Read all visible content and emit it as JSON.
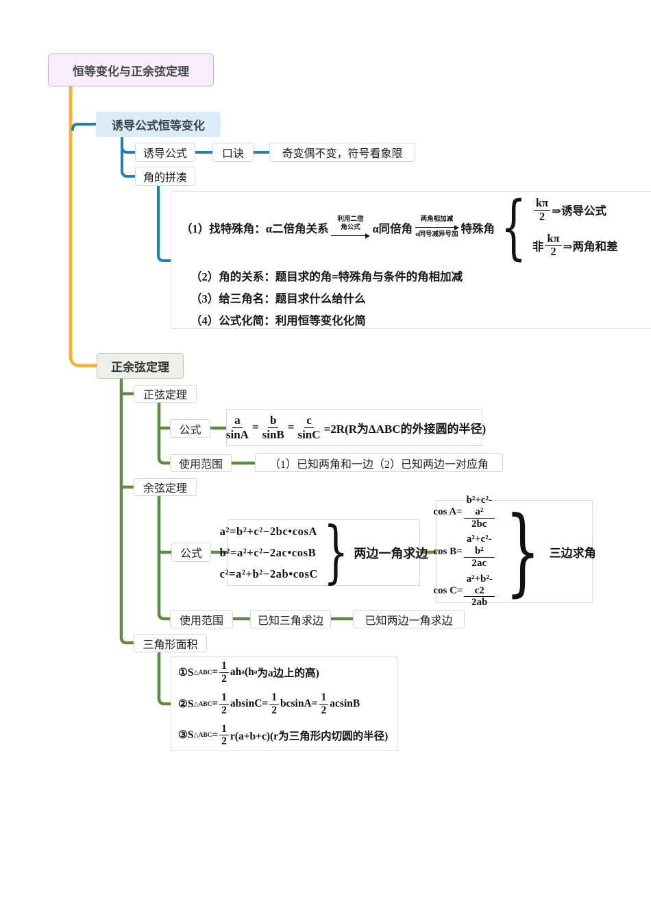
{
  "title": "恒等变化与正余弦定理",
  "colors": {
    "trunk_yellow": "#f1b53d",
    "branch_blue": "#1f80b4",
    "branch_green": "#5e8b40",
    "root_fill": "#f7eefa",
    "root_border": "#cbacdd",
    "induction_fill": "#dbecf9",
    "laws_fill": "#eef1ea",
    "laws_border": "#bac7ab"
  },
  "induction": {
    "label": "诱导公式恒等变化",
    "formula_node": "诱导公式",
    "mnemonic_node": "口诀",
    "mnemonic_text": "奇变偶不变，符号看象限",
    "angle_node": "角的拼凑",
    "detail": {
      "item1_tokens": [
        {
          "t": "txt",
          "v": "（1）找特殊角：α二倍角关系"
        },
        {
          "t": "arrow",
          "top": [
            "利用二倍",
            "角公式"
          ],
          "bottom": []
        },
        {
          "t": "txt",
          "v": "α同倍角"
        },
        {
          "t": "arrow",
          "top": [
            "两角相加减"
          ],
          "bottom": [
            "α同号减异号加"
          ]
        },
        {
          "t": "txt",
          "v": "特殊角"
        },
        {
          "t": "brace",
          "ch": "{",
          "size": 102
        },
        {
          "t": "col",
          "gap": 14,
          "rows": [
            [
              {
                "t": "frac",
                "n": "kπ",
                "d": "2"
              },
              {
                "t": "txt",
                "v": "⇒诱导公式"
              }
            ],
            [
              {
                "t": "txt",
                "v": "非"
              },
              {
                "t": "frac",
                "n": "kπ",
                "d": "2"
              },
              {
                "t": "txt",
                "v": "⇒两角和差"
              }
            ]
          ]
        }
      ],
      "item2": "（2）角的关系：题目求的角=特殊角与条件的角相加减",
      "item3": "（3）给三角名：题目求什么给什么",
      "item4": "（4）公式化简：利用恒等变化化简"
    }
  },
  "laws": {
    "label": "正余弦定理",
    "sine": {
      "label": "正弦定理",
      "formula_node": "公式",
      "formula_tokens": [
        {
          "t": "frac",
          "n": "a",
          "d": "sinA"
        },
        {
          "t": "txt",
          "v": "="
        },
        {
          "t": "frac",
          "n": "b",
          "d": "sinB"
        },
        {
          "t": "txt",
          "v": "="
        },
        {
          "t": "frac",
          "n": "c",
          "d": "sinC"
        },
        {
          "t": "txt",
          "v": "=2R(R为ΔABC的外接圆的半径)"
        }
      ],
      "usage_node": "使用范围",
      "usage_text": "（1）已知两角和一边（2）已知两边一对应角"
    },
    "cosine": {
      "label": "余弦定理",
      "formula_node": "公式",
      "equations": [
        "a²=b²+c²−2bc•cosA",
        "b²=a²+c²−2ac•cosB",
        "c²=a²+b²−2ab•cosC"
      ],
      "side_brace_label": "两边一角求边",
      "cos_lines": [
        [
          {
            "t": "txt",
            "v": "cos A="
          },
          {
            "t": "frac",
            "n": "b²+c²-a²",
            "d": "2bc"
          }
        ],
        [
          {
            "t": "txt",
            "v": "cos B="
          },
          {
            "t": "frac",
            "n": "a²+c²-b²",
            "d": "2ac"
          }
        ],
        [
          {
            "t": "txt",
            "v": "cos C="
          },
          {
            "t": "frac",
            "n": "a²+b²-c2",
            "d": "2ab"
          }
        ]
      ],
      "angle_brace_label": "三边求角",
      "usage_node": "使用范围",
      "usage_known_angles": "已知三角求边",
      "usage_known_sides": "已知两边一角求边"
    },
    "area": {
      "label": "三角形面积",
      "line1_tokens": [
        {
          "t": "txt",
          "v": "①S"
        },
        {
          "t": "sub",
          "v": "△ABC"
        },
        {
          "t": "txt",
          "v": "="
        },
        {
          "t": "frac",
          "n": "1",
          "d": "2"
        },
        {
          "t": "txt",
          "v": "ah"
        },
        {
          "t": "sub",
          "v": "a"
        },
        {
          "t": "txt",
          "v": "(h"
        },
        {
          "t": "sub",
          "v": "a"
        },
        {
          "t": "txt",
          "v": "为a边上的高)"
        }
      ],
      "line2_tokens": [
        {
          "t": "txt",
          "v": "②S"
        },
        {
          "t": "sub",
          "v": "△ABC"
        },
        {
          "t": "txt",
          "v": "="
        },
        {
          "t": "frac",
          "n": "1",
          "d": "2"
        },
        {
          "t": "txt",
          "v": "absinC="
        },
        {
          "t": "frac",
          "n": "1",
          "d": "2"
        },
        {
          "t": "txt",
          "v": "bcsinA="
        },
        {
          "t": "frac",
          "n": "1",
          "d": "2"
        },
        {
          "t": "txt",
          "v": "acsinB"
        }
      ],
      "line3_tokens": [
        {
          "t": "txt",
          "v": "③S"
        },
        {
          "t": "sub",
          "v": "△ABC"
        },
        {
          "t": "txt",
          "v": "="
        },
        {
          "t": "frac",
          "n": "1",
          "d": "2"
        },
        {
          "t": "txt",
          "v": "r(a+b+c)(r为三角形内切圆的半径)"
        }
      ]
    }
  }
}
